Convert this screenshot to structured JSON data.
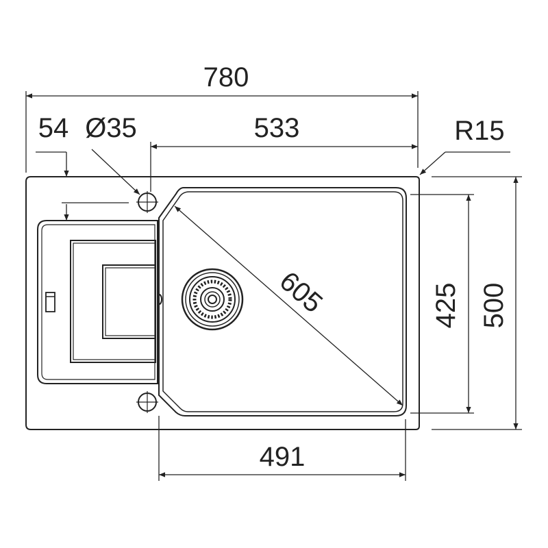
{
  "dimensions": {
    "overall_width": "780",
    "tap_offset": "54",
    "tap_hole_diameter": "Ø35",
    "bowl_outer_width": "533",
    "corner_radius": "R15",
    "bowl_diagonal": "605",
    "bowl_depth": "425",
    "overall_depth": "500",
    "bowl_inner_width": "491"
  },
  "colors": {
    "line": "#222222",
    "background": "#ffffff"
  }
}
